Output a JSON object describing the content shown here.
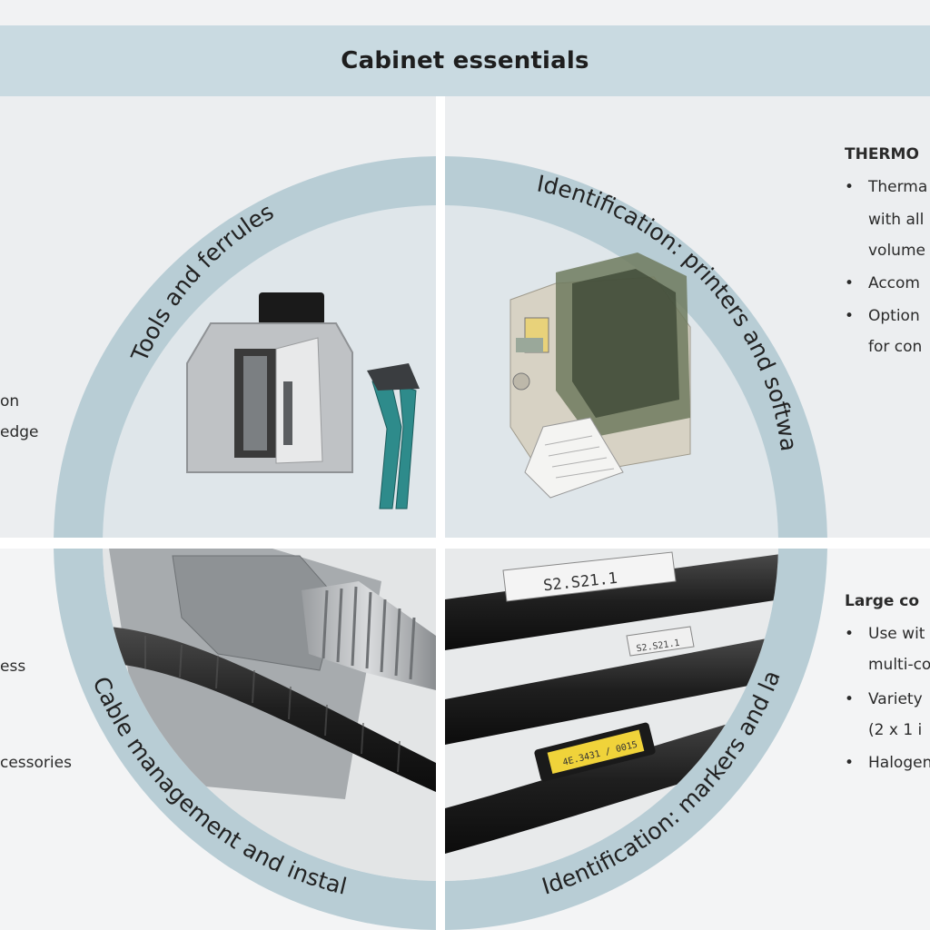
{
  "header": {
    "title": "Cabinet essentials"
  },
  "quadrants": {
    "top_left": {
      "label": "Tools and ferrules"
    },
    "top_right": {
      "label": "Identification: printers and software"
    },
    "bottom_left": {
      "label": "Cable management and installation"
    },
    "bottom_right": {
      "label": "Identification: markers and labels"
    }
  },
  "left_text": {
    "line1": "on",
    "line2": "edge",
    "line3": "ess",
    "line4": "cessories"
  },
  "right_top": {
    "heading": "THERMO",
    "bullet_char": "•",
    "b1_line1": "Therma",
    "b1_line2": "with all",
    "b1_line3": "volume",
    "b2": "Accom",
    "b3_line1": "Option",
    "b3_line2": "for con"
  },
  "right_bottom": {
    "heading": "Large co",
    "bullet_char": "•",
    "b1_line1": "Use wit",
    "b1_line2": "multi-co",
    "b2_line1": "Variety",
    "b2_line2": "(2 x 1 i",
    "b3": "Halogen"
  },
  "markers": {
    "top": "S2.S21.1",
    "middle": "S2.S21.1",
    "yellow": "4E.3431 / 0015"
  },
  "colors": {
    "header_band": "#c9dae1",
    "ring": "#b8cdd5",
    "quadrant_bg": "#dfe6ea",
    "marker_label": "#f0d33a"
  }
}
